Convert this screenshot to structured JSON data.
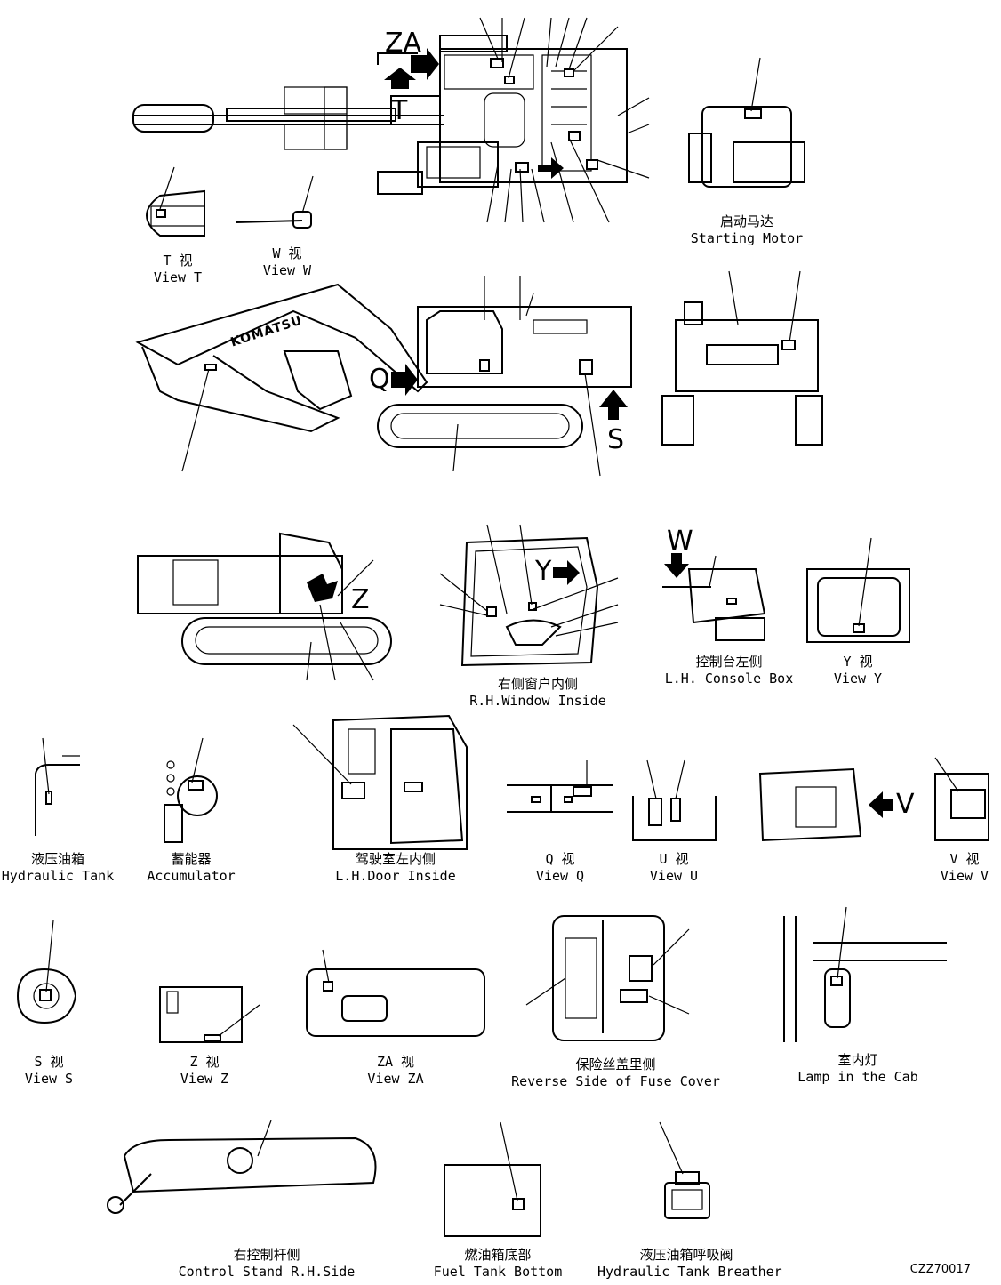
{
  "captions": {
    "view_t": {
      "zh": "T 视",
      "en": "View T"
    },
    "view_w": {
      "zh": "W 视",
      "en": "View W"
    },
    "starting_motor": {
      "zh": "启动马达",
      "en": "Starting Motor"
    },
    "rh_window": {
      "zh": "右侧窗户内侧",
      "en": "R.H.Window Inside"
    },
    "lh_console": {
      "zh": "控制台左侧",
      "en": "L.H. Console Box"
    },
    "view_y": {
      "zh": "Y 视",
      "en": "View Y"
    },
    "hydraulic_tank": {
      "zh": "液压油箱",
      "en": "Hydraulic Tank"
    },
    "accumulator": {
      "zh": "蓄能器",
      "en": "Accumulator"
    },
    "lh_door": {
      "zh": "驾驶室左内侧",
      "en": "L.H.Door Inside"
    },
    "view_q": {
      "zh": "Q 视",
      "en": "View Q"
    },
    "view_u": {
      "zh": "U 视",
      "en": "View U"
    },
    "view_v": {
      "zh": "V 视",
      "en": "View V"
    },
    "view_s": {
      "zh": "S 视",
      "en": "View S"
    },
    "view_z": {
      "zh": "Z 视",
      "en": "View Z"
    },
    "view_za": {
      "zh": "ZA 视",
      "en": "View ZA"
    },
    "fuse_cover": {
      "zh": "保险丝盖里侧",
      "en": "Reverse Side of Fuse Cover"
    },
    "cab_lamp": {
      "zh": "室内灯",
      "en": "Lamp in the Cab"
    },
    "control_stand": {
      "zh": "右控制杆侧",
      "en": "Control Stand R.H.Side"
    },
    "fuel_tank": {
      "zh": "燃油箱底部",
      "en": "Fuel Tank Bottom"
    },
    "tank_breather": {
      "zh": "液压油箱呼吸阀",
      "en": "Hydraulic Tank Breather"
    }
  },
  "view_markers": {
    "za": "ZA",
    "t": "T",
    "q": "Q",
    "s": "S",
    "z": "Z",
    "y": "Y",
    "w": "W",
    "v": "V"
  },
  "boom_logo": "KOMATSU",
  "drawing_code": "CZZ70017"
}
